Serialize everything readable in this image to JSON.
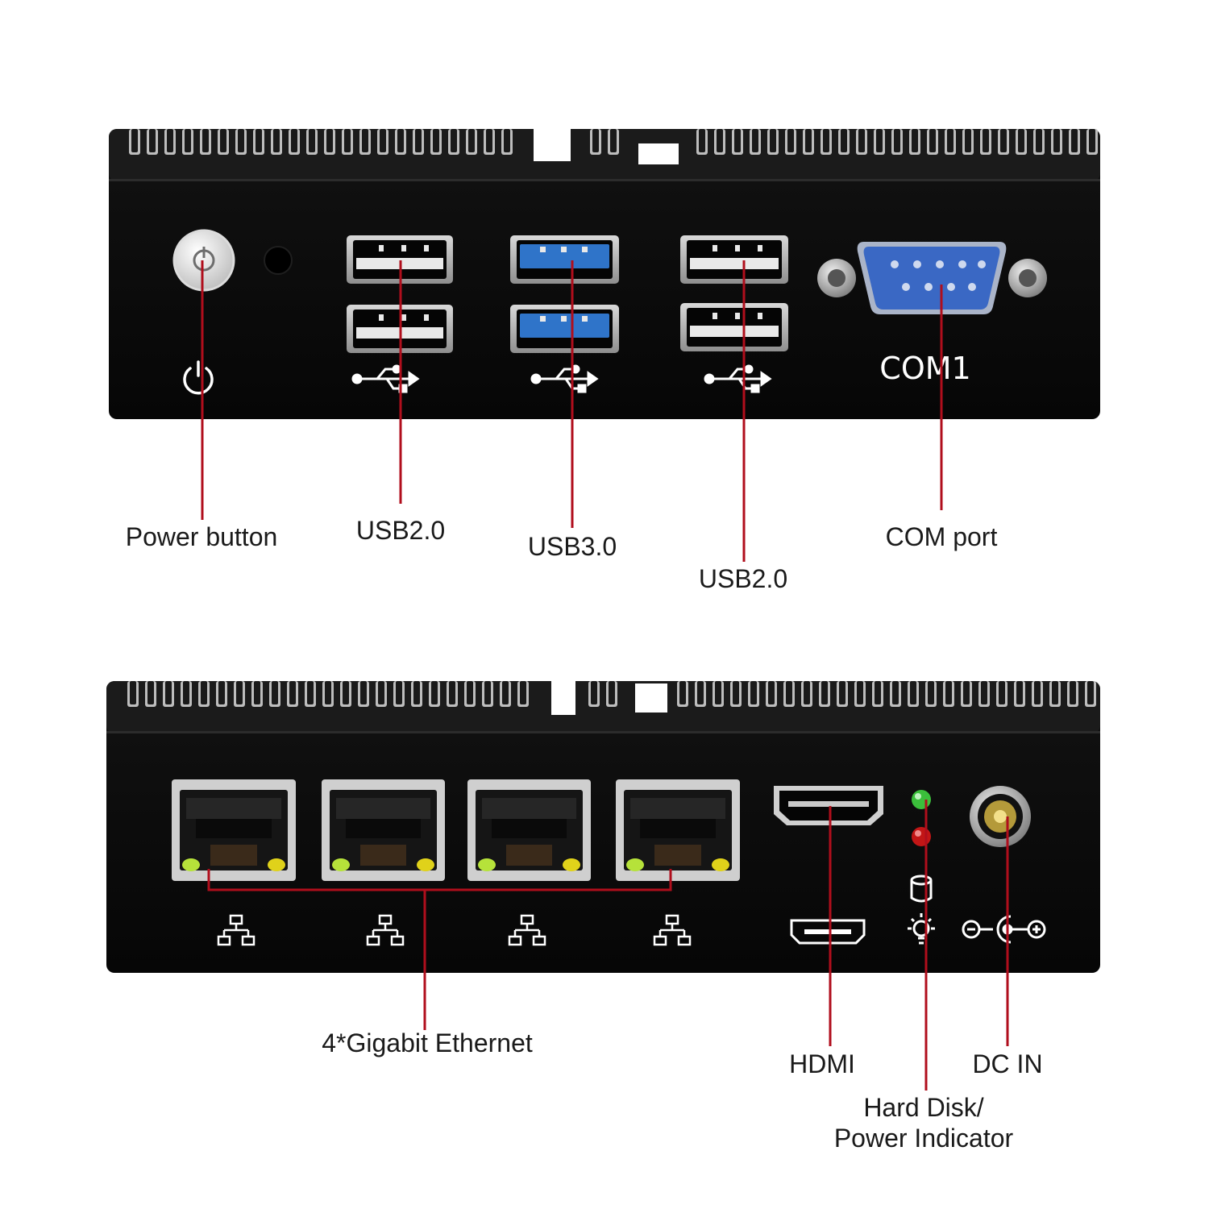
{
  "colors": {
    "chassis": "#0e0e0e",
    "fins": "#1d1d1d",
    "leader": "#b00e1c",
    "usb3_blue": "#2f74c9",
    "com_blue": "#3a68c4",
    "led_green": "#3bbf3b",
    "led_red": "#c21616",
    "led_yellow": "#e0d21a",
    "led_lime": "#b6e23a"
  },
  "front_panel": {
    "com_silkscreen": "COM1",
    "icons": [
      "power-symbol-icon",
      "usb-symbol-icon",
      "usb-symbol-icon",
      "usb-symbol-icon"
    ]
  },
  "rear_panel": {
    "icons": [
      "network-icon",
      "network-icon",
      "network-icon",
      "network-icon",
      "hdmi-icon",
      "hard-disk-icon",
      "power-led-icon",
      "dc-polarity-icon"
    ]
  },
  "callouts": {
    "power_button": "Power button",
    "usb2_left": "USB2.0",
    "usb3": "USB3.0",
    "usb2_right": "USB2.0",
    "com_port": "COM port",
    "ethernet": "4*Gigabit Ethernet",
    "hdmi": "HDMI",
    "dc_in": "DC IN",
    "indicator_line1": "Hard Disk/",
    "indicator_line2": "Power Indicator"
  }
}
